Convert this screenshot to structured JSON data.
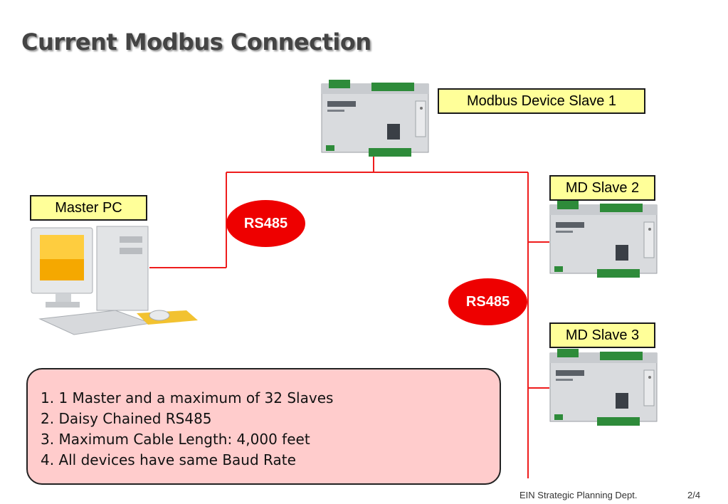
{
  "slide": {
    "title": "Current Modbus Connection",
    "labels": {
      "master_pc": "Master PC",
      "slave1": "Modbus Device Slave 1",
      "slave2": "MD Slave 2",
      "slave3": "MD Slave 3"
    },
    "bus_badges": [
      "RS485",
      "RS485"
    ],
    "notes": [
      "1. 1 Master and a maximum of 32 Slaves",
      "2. Daisy Chained RS485",
      "3. Maximum Cable Length: 4,000 feet",
      "4. All devices have same Baud Rate"
    ],
    "footer": {
      "dept": "EIN Strategic Planning Dept.",
      "page": "2/4"
    }
  },
  "colors": {
    "wire": "#ee1c1c",
    "badge": "#ee0000",
    "label_fill": "#ffff99",
    "notes_fill": "#ffcccc"
  }
}
